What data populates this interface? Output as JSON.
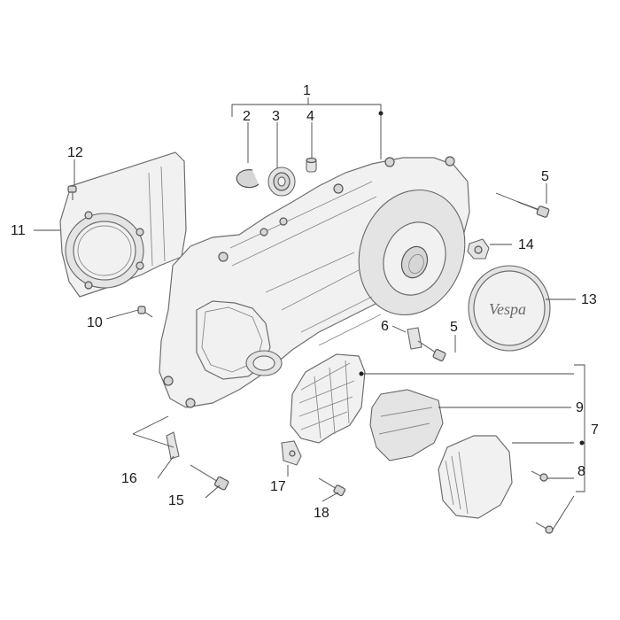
{
  "diagram": {
    "callouts": [
      {
        "id": "1",
        "label": "1"
      },
      {
        "id": "2",
        "label": "2"
      },
      {
        "id": "3",
        "label": "3"
      },
      {
        "id": "4",
        "label": "4"
      },
      {
        "id": "5a",
        "label": "5"
      },
      {
        "id": "5b",
        "label": "5"
      },
      {
        "id": "6",
        "label": "6"
      },
      {
        "id": "7",
        "label": "7"
      },
      {
        "id": "8",
        "label": "8"
      },
      {
        "id": "9",
        "label": "9"
      },
      {
        "id": "10",
        "label": "10"
      },
      {
        "id": "11",
        "label": "11"
      },
      {
        "id": "12",
        "label": "12"
      },
      {
        "id": "13",
        "label": "13"
      },
      {
        "id": "14",
        "label": "14"
      },
      {
        "id": "15",
        "label": "15"
      },
      {
        "id": "16",
        "label": "16"
      },
      {
        "id": "17",
        "label": "17"
      },
      {
        "id": "18",
        "label": "18"
      }
    ],
    "emblem_text": "Vespa"
  }
}
